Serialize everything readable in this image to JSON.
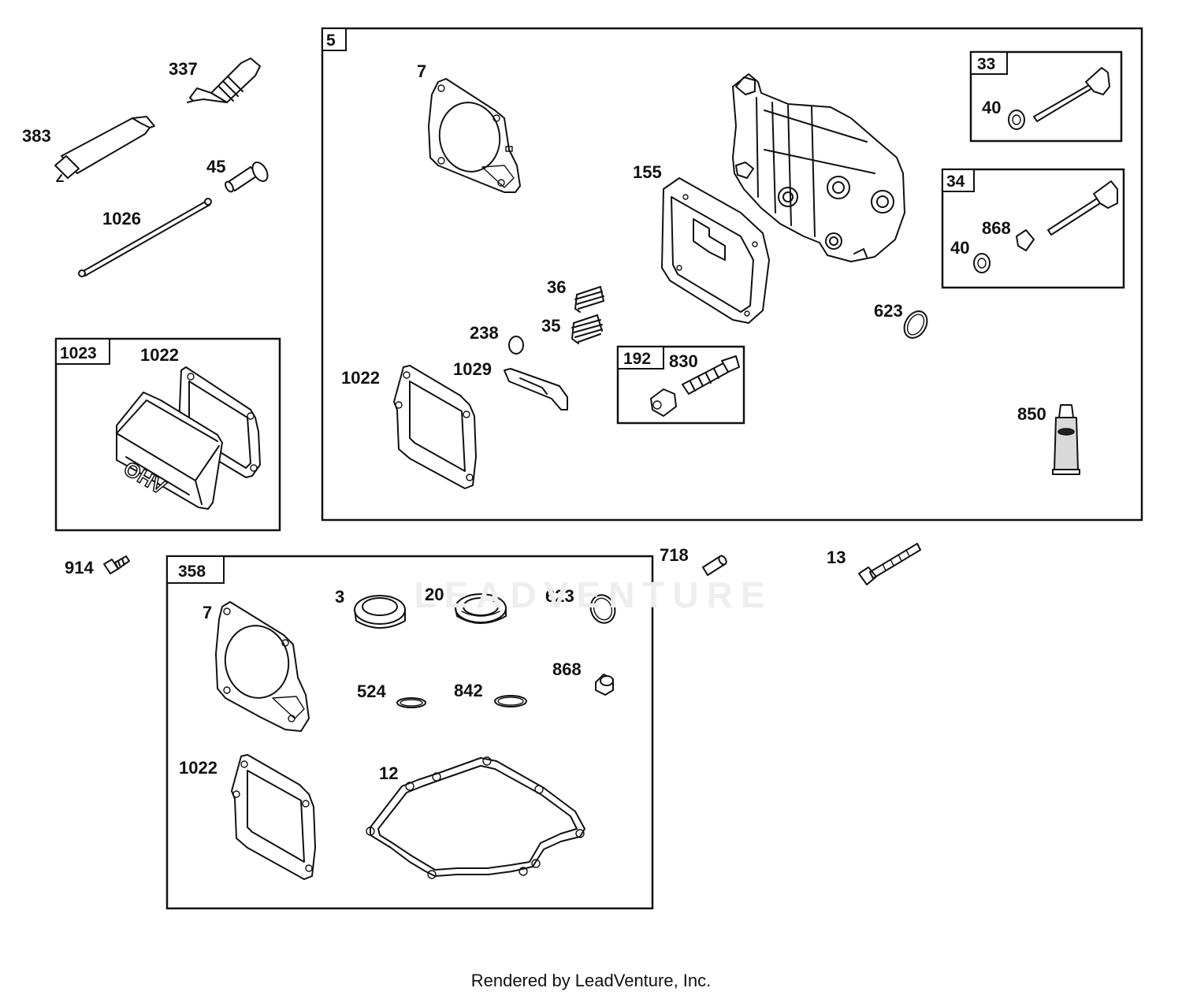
{
  "footer": {
    "text": "Rendered by LeadVenture, Inc."
  },
  "watermark": {
    "text": "LEADVENTURE"
  },
  "groups": {
    "g5": "5",
    "g33": "33",
    "g34": "34",
    "g192": "192",
    "g1023": "1023",
    "g358": "358"
  },
  "labels": {
    "p337": "337",
    "p383": "383",
    "p45": "45",
    "p1026": "1026",
    "p1022_1023": "1022",
    "p914": "914",
    "p7_5": "7",
    "p155": "155",
    "p36": "36",
    "p35": "35",
    "p238": "238",
    "p1029": "1029",
    "p1022_5": "1022",
    "p830": "830",
    "p623_5": "623",
    "p40_33": "40",
    "p40_34": "40",
    "p868_34": "868",
    "p850": "850",
    "p718": "718",
    "p13": "13",
    "p7_358": "7",
    "p3": "3",
    "p20": "20",
    "p623_358": "623",
    "p868_358": "868",
    "p524": "524",
    "p842": "842",
    "p1022_358": "1022",
    "p12": "12"
  },
  "colors": {
    "line": "#111111",
    "background": "#ffffff",
    "watermark": "#eeeeee"
  },
  "markings": {
    "cover_embossing": "OHV"
  }
}
